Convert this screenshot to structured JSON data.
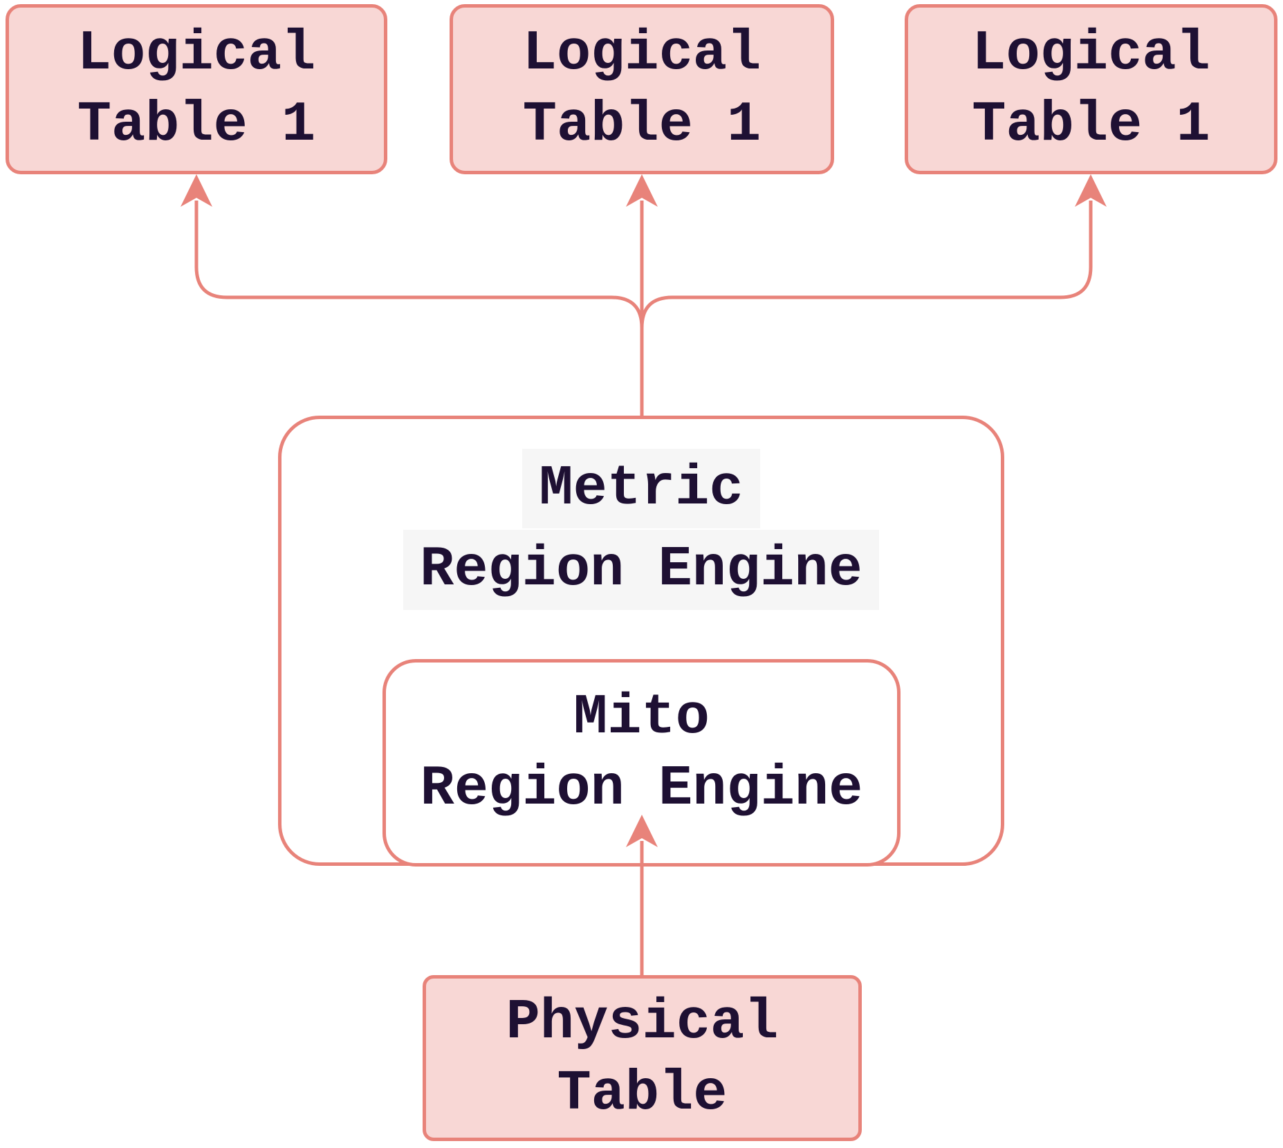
{
  "diagram": {
    "type": "flowchart",
    "direction": "bottom-to-top",
    "colors": {
      "background": "#ffffff",
      "pink_node_fill": "#f8d7d5",
      "container_node_fill": "#ffffff",
      "stroke": "#e8837a",
      "text": "#1e1033",
      "metric_label_highlight": "#f6f6f6"
    },
    "nodes": {
      "logical_left": {
        "lines": [
          "Logical",
          "Table 1"
        ]
      },
      "logical_center": {
        "lines": [
          "Logical",
          "Table 1"
        ]
      },
      "logical_right": {
        "lines": [
          "Logical",
          "Table 1"
        ]
      },
      "metric": {
        "lines": [
          "Metric",
          "Region Engine"
        ]
      },
      "mito": {
        "lines": [
          "Mito",
          "Region Engine"
        ]
      },
      "physical": {
        "lines": [
          "Physical",
          "Table"
        ]
      }
    },
    "edges": [
      {
        "from": "metric",
        "to": "logical_left",
        "arrowhead": "up"
      },
      {
        "from": "metric",
        "to": "logical_center",
        "arrowhead": "up"
      },
      {
        "from": "metric",
        "to": "logical_right",
        "arrowhead": "up"
      },
      {
        "from": "physical",
        "to": "mito",
        "arrowhead": "up"
      }
    ],
    "containment": {
      "parent": "metric",
      "child": "mito"
    }
  }
}
